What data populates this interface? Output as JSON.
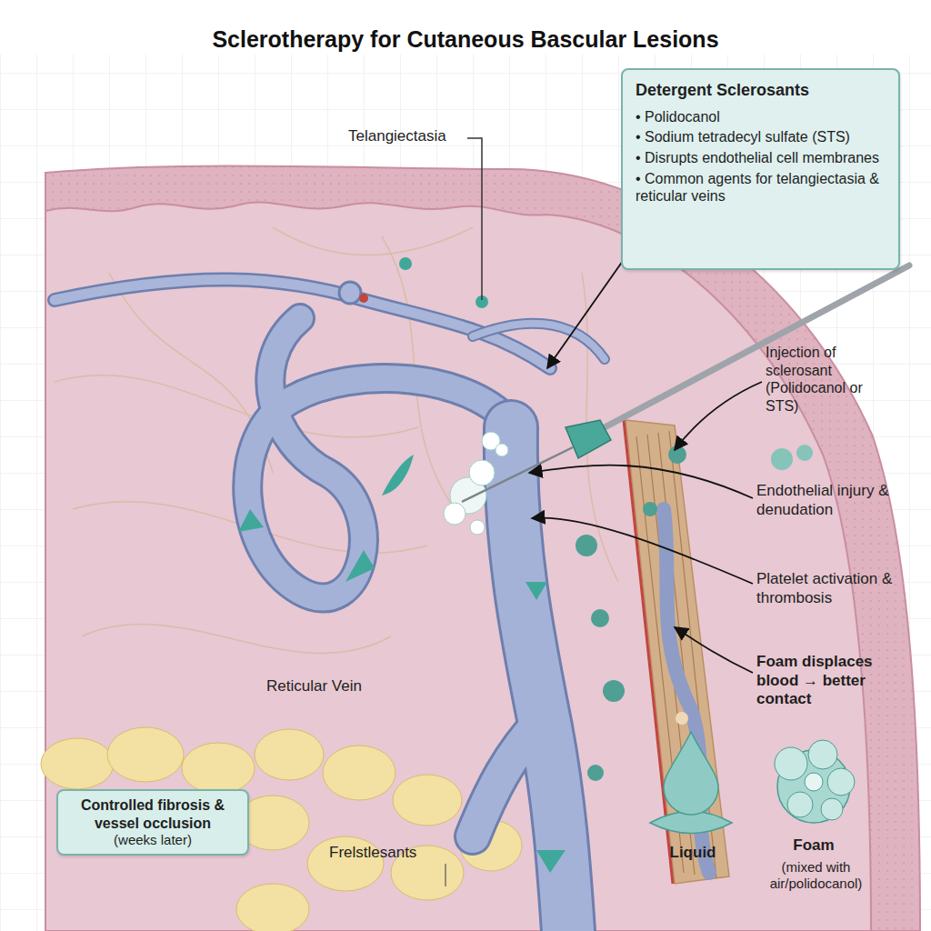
{
  "diagram": {
    "title": "Sclerotherapy for Cutaneous Bascular Lesions",
    "nodes": [
      {
        "text": [
          "Detergent Sclerosants",
          "• Polidocanol",
          "• Sodium tetradecyl sulfate (STS)",
          "• Disrupts endothelial cell membranes",
          "• Common agents for telangiectasia & reticular veins"
        ]
      },
      {
        "text": [
          "Controlled fibrosis & vessel occlusion",
          "(weeks later)"
        ]
      }
    ],
    "labels": [
      "Telangiectasia",
      "Injection of sclerosant (Polidocanol or STS)",
      "Endothelial injury & denudation",
      "Platelet activation & thrombosis",
      "Foam displaces blood → better contact",
      "Reticular Vein",
      "Frelstlesants",
      "Liquid",
      "Foam",
      "(mixed with air/polidocanol)"
    ]
  }
}
